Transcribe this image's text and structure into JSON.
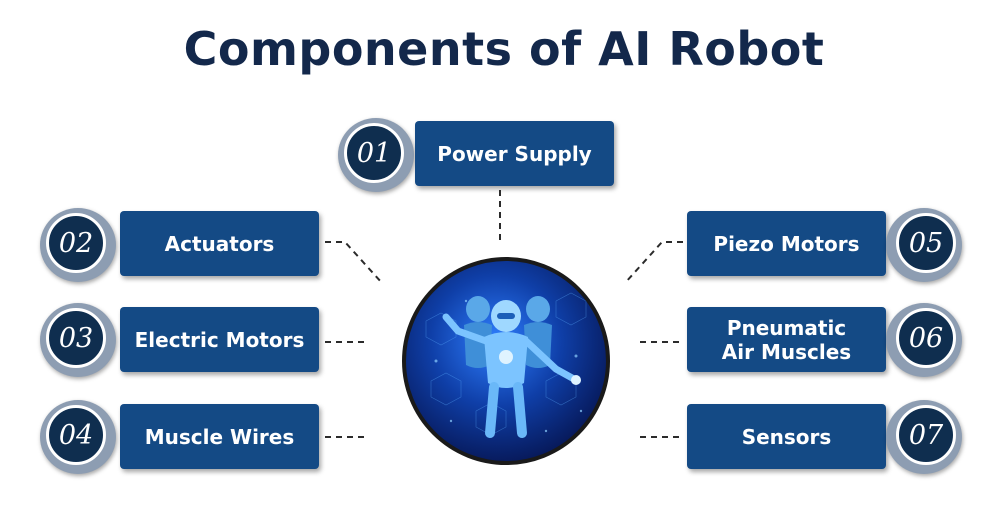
{
  "title": "Components of AI Robot",
  "components": [
    {
      "number": "01",
      "label": "Power Supply"
    },
    {
      "number": "02",
      "label": "Actuators"
    },
    {
      "number": "03",
      "label": "Electric Motors"
    },
    {
      "number": "04",
      "label": "Muscle Wires"
    },
    {
      "number": "05",
      "label": "Piezo Motors"
    },
    {
      "number": "06",
      "label": "Pneumatic Air Muscles"
    },
    {
      "number": "07",
      "label": "Sensors"
    }
  ],
  "colors": {
    "title": "#13284b",
    "box": "#144a85",
    "badge": "#0f2e4f",
    "badge_back": "#8d9db2"
  },
  "center_image": "robot-illustration"
}
